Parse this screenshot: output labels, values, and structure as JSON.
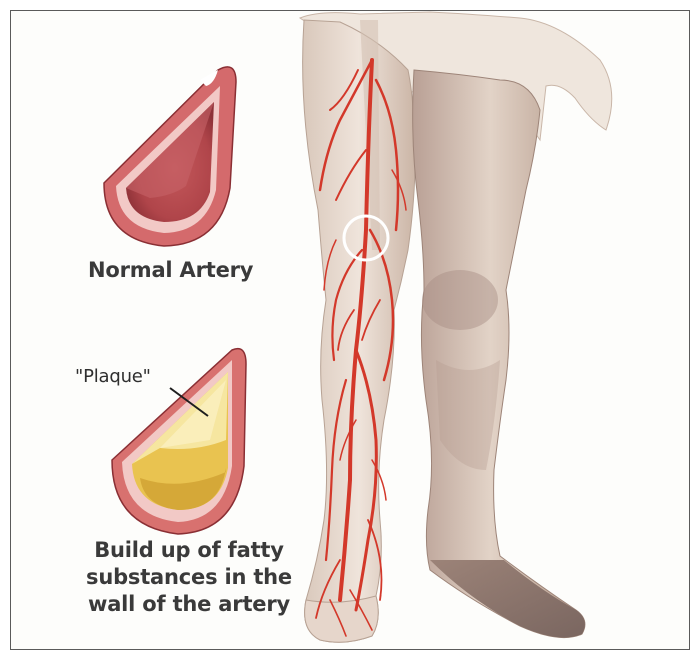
{
  "labels": {
    "normal_artery": "Normal Artery",
    "plaque": "\"Plaque\"",
    "caption_line1": "Build up of fatty",
    "caption_line2": "substances in the",
    "caption_line3": "wall of the artery"
  },
  "colors": {
    "artery_red": "#b8484c",
    "artery_wall_pink": "#f2c9c6",
    "plaque_yellow": "#efd97a",
    "fatty_orange": "#e0b640",
    "skin": "#e9ddd2",
    "vessel_red": "#d3382a"
  }
}
